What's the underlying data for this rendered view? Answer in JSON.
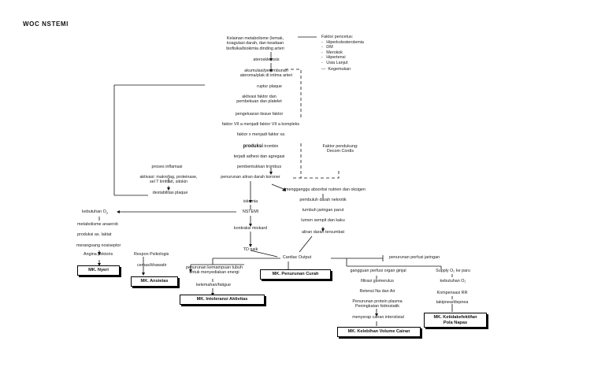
{
  "title": "WOC NSTEMI",
  "center": {
    "line1": "Kelainan metabolisme (lemak,",
    "line2": "koagulasi darah, dan keadaan",
    "line3": "biofisika/biokimia dinding arteri",
    "ateros": "aterosklerosis",
    "akum1": "akumulasi/penimbunan",
    "akum2": "ateroma/plak di intima arteri",
    "ruptur": "ruptur plaque",
    "aktiv1": "aktivasi faktor dan",
    "aktiv2": "pembekuan dan platelet",
    "tissue": "pengeluaran tissue faktor",
    "f7": "faktor VII a menjadi faktor VII a kompleks",
    "fx": "faktor x menjadi faktor xa",
    "prod_bold": "produksi",
    "prod_rest": "trombin",
    "adhesi": "terjadi adhesi dan agregasi",
    "trombus": "pembentukkan trombus",
    "penurunan": "penurunan aliran darah koroner",
    "iskemia": "iskemia",
    "nstemi": "NSTEMI",
    "kontraksi": "kontraksi miokard",
    "td": "TD naik",
    "cardiac": "Cardiac Output"
  },
  "pencetus": {
    "label": "Faktor pencetus:",
    "items": [
      "Hiperkolesterolemia",
      "DM",
      "Merokok",
      "Hipertensi",
      "Usia Lanjut",
      "Kegemukan"
    ]
  },
  "pendukung": {
    "line1": "Faktor pendukung:",
    "line2": "Decom Cordis"
  },
  "left": {
    "proses": "proses inflamasi",
    "aktiv1": "aktivasi: makrofag, proteinase,",
    "aktiv2": "sel T limfosit, sitokin",
    "destab": "destabilitas plaque",
    "kebutuhan": "kebutuhan O",
    "kebutuhan_sub": "2",
    "metab": "metabolisme anaerob",
    "laktat": "produksi as. laktat",
    "nosiseptor": "merangsang nosiseptor",
    "angina": "Angina pektoris",
    "nyeri": "MK. Nyeri",
    "psikologis": "Respon Psikologis",
    "cemas": "cemas/khawatir",
    "ansietas": "MK. Ansietas",
    "kemampuan1": "penurunan kemampuan tubuh",
    "kemampuan2": "untuk menyediakan energi",
    "kelemahan": "kelemahan/fatigue",
    "intoleransi": "MK. Intoleransi Aktivitas",
    "curah": "MK. Penurunan Curah"
  },
  "right": {
    "absorbsi": "mengganggu absorbsi nutrien dan oksigen",
    "nekrotik": "pembuluh darah nekrotik",
    "parut": "tumbuh jaringan parut",
    "lumen": "lumen sempit dan kaku",
    "tersumbat": "aliran darah tersumbat",
    "perfusi": "penurunan perfusi jaringan",
    "ginjal": "gangguan perfusi organ ginjal",
    "filtrasi": "filtrasi glomerulus",
    "retensi": "Retensi Na dan Air",
    "protein1": "Penurunan protein plasma",
    "protein2": "Peningkatan hidrostatik",
    "menyerap": "menyerap cairan interstisial",
    "kelebihan": "MK. Kelebihan Volume Cairan",
    "supply": "Supply O₂ ke paru",
    "kebO2": "kebutuhan O₂",
    "kompensasi": "Kompensasi RR",
    "takipnea": "takipnea/dispnea",
    "pola1": "MK. Ketidakefektifan",
    "pola2": "Pola Napas"
  }
}
